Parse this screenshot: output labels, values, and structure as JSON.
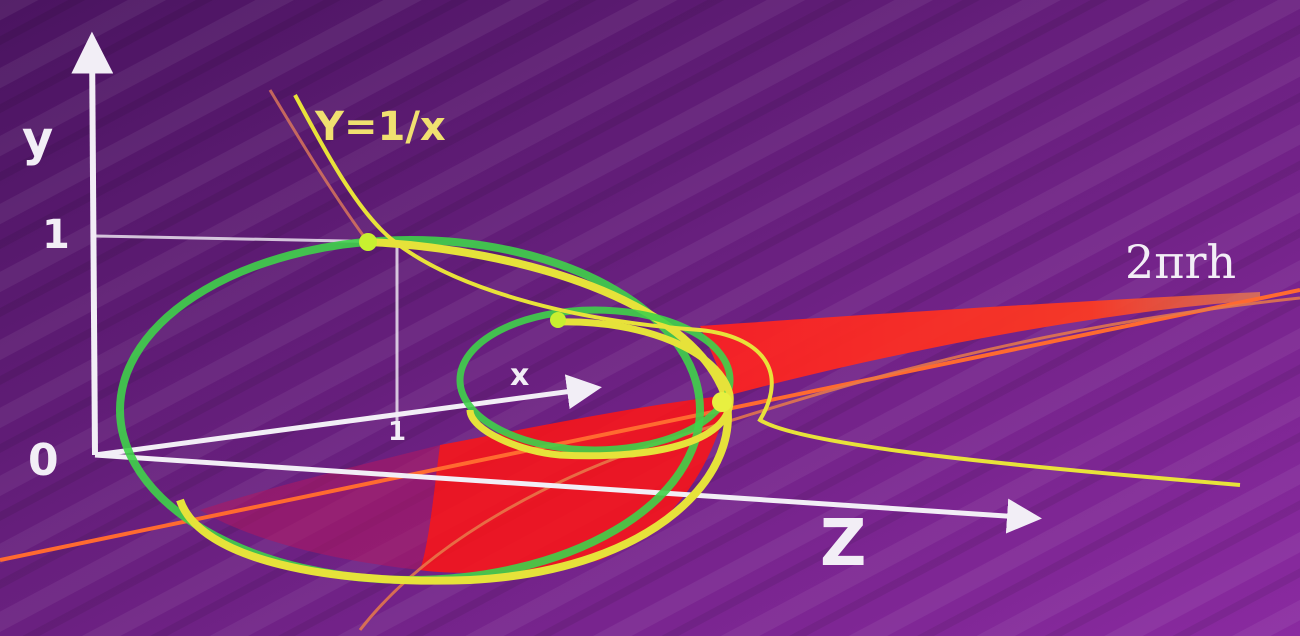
{
  "labels": {
    "y_axis": "y",
    "x_axis": "x",
    "z_axis": "Z",
    "origin": "0",
    "y_tick": "1",
    "x_tick": "1",
    "curve": "Y=1/x",
    "surface": "2πrh"
  },
  "colors": {
    "background": "#5a1a6e",
    "axes": "#f2eef6",
    "curve": "#e8e23a",
    "circle_green": "#3fd24a",
    "circle_yellow": "#e6e23a",
    "ray": "#ff6a30",
    "surface": "#ff1a1a",
    "label_yellow": "#f0e070"
  }
}
